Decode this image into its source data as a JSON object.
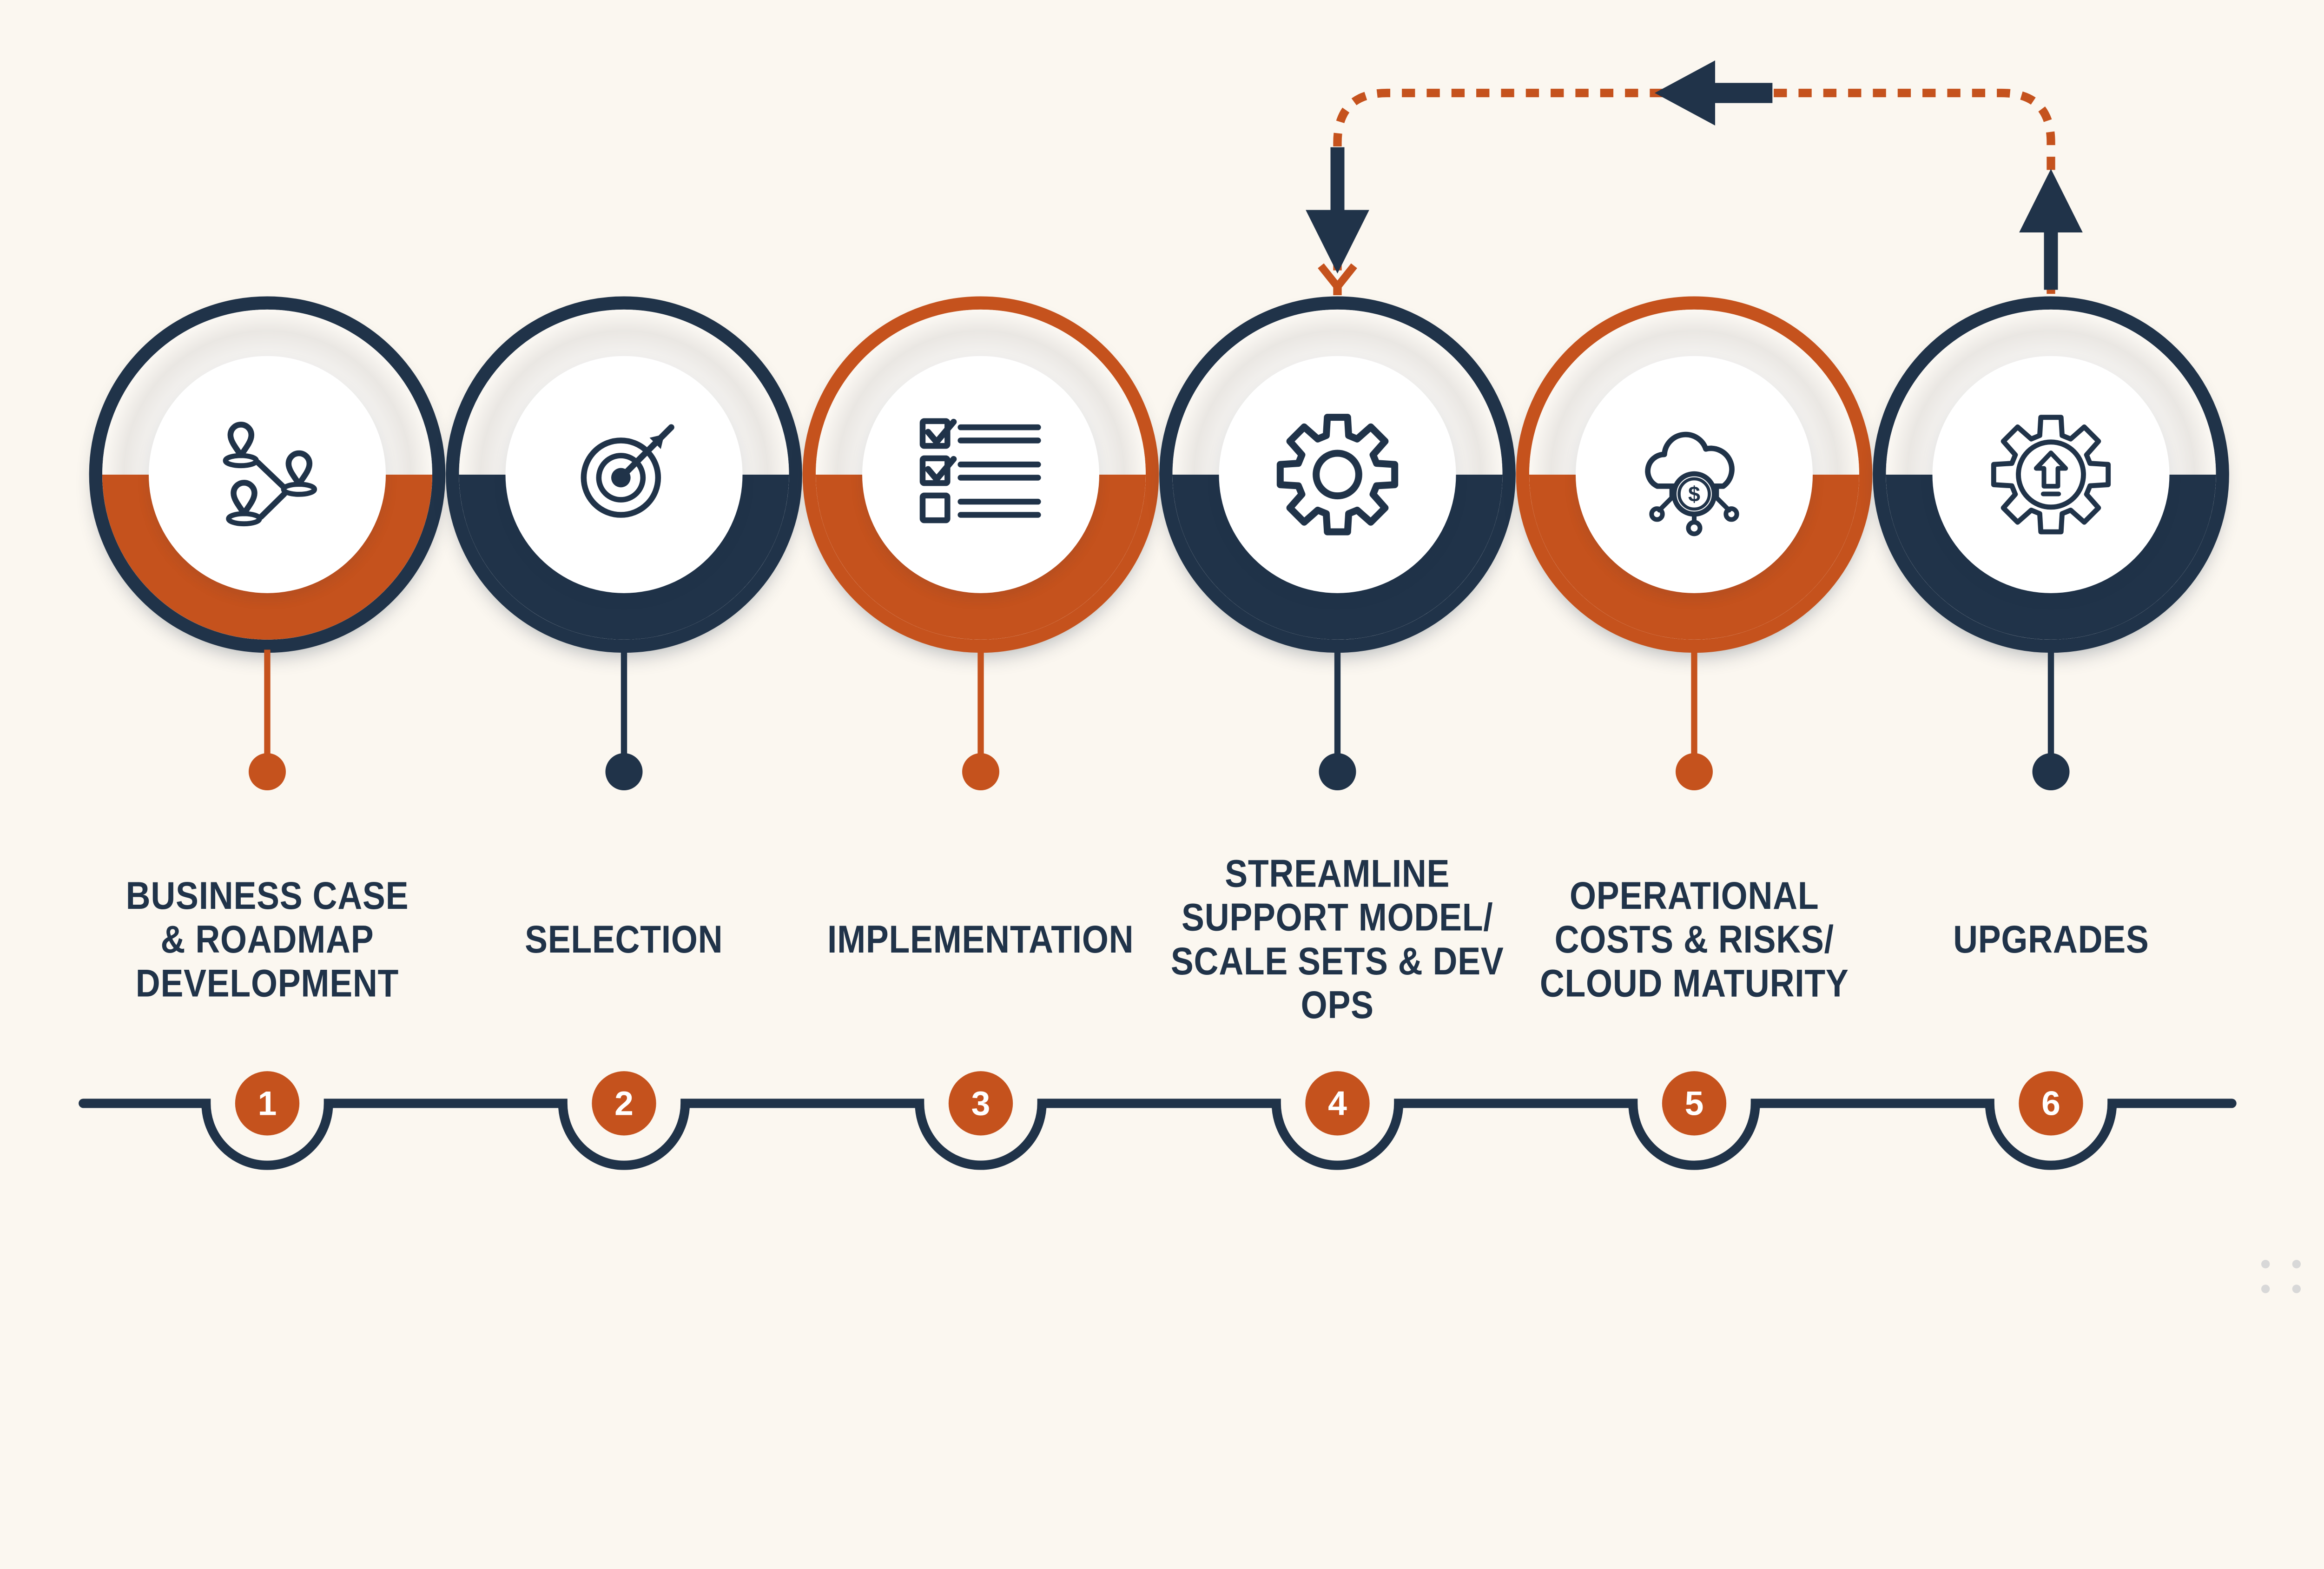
{
  "palette": {
    "navy": "#203349",
    "orange": "#C5521D",
    "background": "#FBF7F0",
    "number_text": "#FFFFFF",
    "corner_dots": "#D8D8D8"
  },
  "steps": [
    {
      "number": "1",
      "label": "BUSINESS CASE\n& ROADMAP\nDEVELOPMENT",
      "icon": "route-map-icon",
      "ring_color": "#203349",
      "band_color": "#C5521D",
      "accent_color": "#C5521D"
    },
    {
      "number": "2",
      "label": "SELECTION",
      "icon": "target-goal-icon",
      "ring_color": "#203349",
      "band_color": "#203349",
      "accent_color": "#203349"
    },
    {
      "number": "3",
      "label": "IMPLEMENTATION",
      "icon": "checklist-icon",
      "ring_color": "#C5521D",
      "band_color": "#C5521D",
      "accent_color": "#C5521D"
    },
    {
      "number": "4",
      "label": "STREAMLINE\nSUPPORT MODEL/\nSCALE SETS & DEV\nOPS",
      "icon": "gear-icon",
      "ring_color": "#203349",
      "band_color": "#203349",
      "accent_color": "#203349"
    },
    {
      "number": "5",
      "label": "OPERATIONAL\nCOSTS & RISKS/\nCLOUD MATURITY",
      "icon": "cloud-cost-icon",
      "ring_color": "#C5521D",
      "band_color": "#C5521D",
      "accent_color": "#C5521D"
    },
    {
      "number": "6",
      "label": "UPGRADES",
      "icon": "gear-upgrade-icon",
      "ring_color": "#203349",
      "band_color": "#203349",
      "accent_color": "#203349"
    }
  ],
  "feedback_loop": {
    "from_step": "6",
    "to_step": "4",
    "line_style": "dotted",
    "line_color": "#C5521D",
    "arrow_color": "#203349"
  },
  "timeline": {
    "numbers": [
      "1",
      "2",
      "3",
      "4",
      "5",
      "6"
    ],
    "chip_color": "#C5521D",
    "line_color": "#203349"
  },
  "decor": {
    "bottom_right_dot_count": 4
  }
}
